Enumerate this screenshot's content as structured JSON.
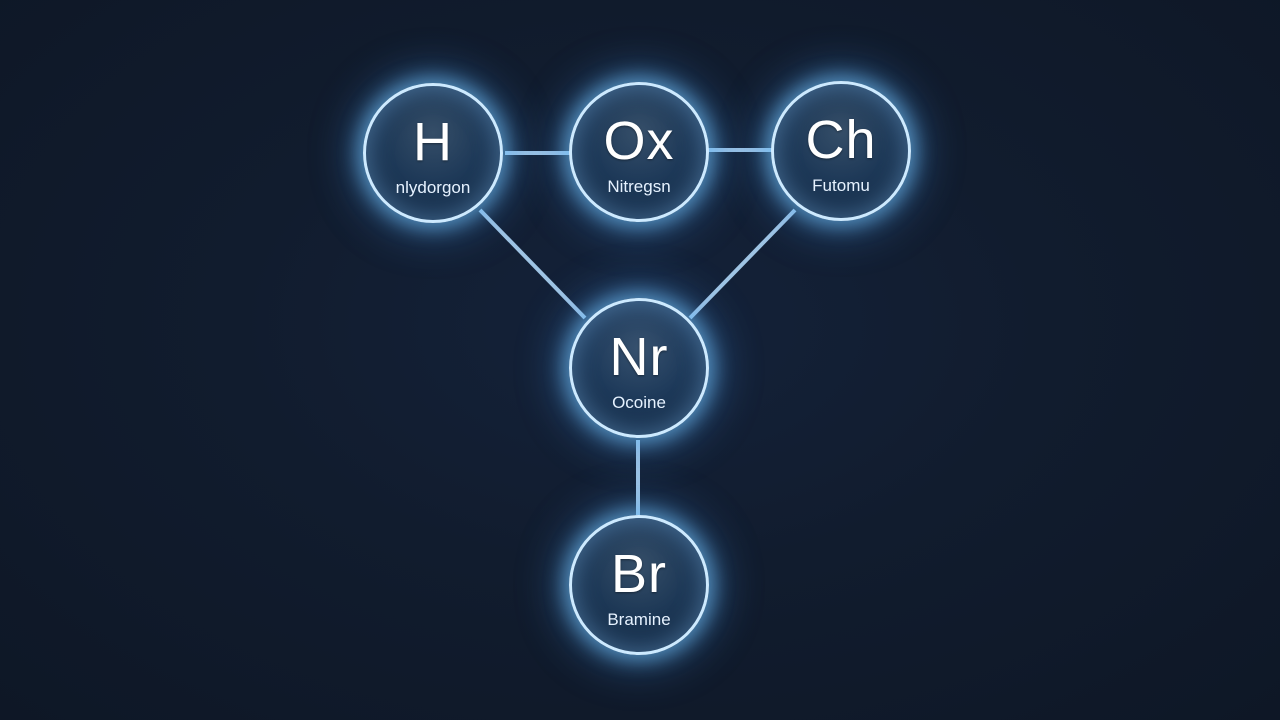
{
  "colors": {
    "background": "#111c2e",
    "node_border": "#cdeaff",
    "bond": "#9fc4e4",
    "glow": "#78c8ff"
  },
  "nodes": [
    {
      "id": "h",
      "symbol": "H",
      "name": "nlydorgon"
    },
    {
      "id": "ox",
      "symbol": "Ox",
      "name": "Nitregsn"
    },
    {
      "id": "ch",
      "symbol": "Ch",
      "name": "Futomu"
    },
    {
      "id": "nr",
      "symbol": "Nr",
      "name": "Ocoine"
    },
    {
      "id": "br",
      "symbol": "Br",
      "name": "Bramine"
    }
  ],
  "bonds": [
    {
      "from": "h",
      "to": "ox"
    },
    {
      "from": "ox",
      "to": "ch"
    },
    {
      "from": "h",
      "to": "nr"
    },
    {
      "from": "ch",
      "to": "nr"
    },
    {
      "from": "nr",
      "to": "br"
    }
  ]
}
